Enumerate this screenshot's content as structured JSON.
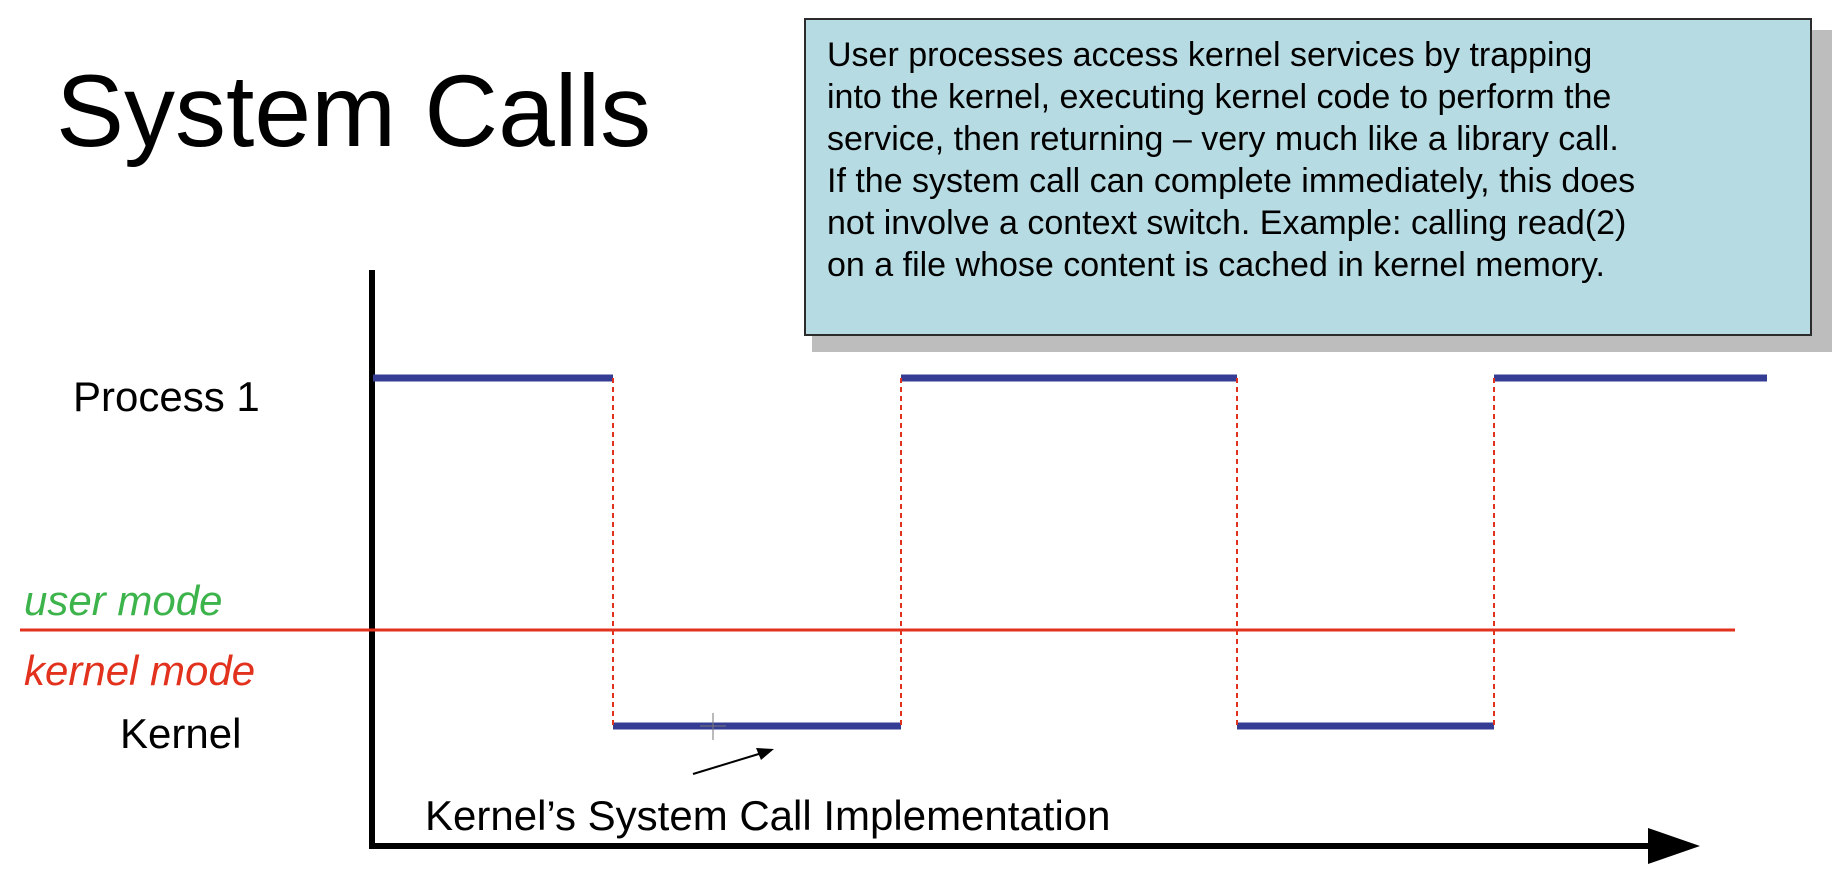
{
  "slide": {
    "title": "System Calls",
    "callout": {
      "lines": [
        "User processes access kernel services by trapping",
        "into the kernel, executing kernel code to perform the",
        "service, then returning – very much like a library call.",
        "If the system call can complete immediately, this does",
        "not involve a context switch. Example: calling read(2)",
        "on a file whose content is cached in kernel memory."
      ]
    },
    "labels": {
      "process": "Process 1",
      "kernel": "Kernel",
      "user_mode": "user mode",
      "kernel_mode": "kernel mode",
      "annotation": "Kernel’s System Call Implementation"
    }
  },
  "colors": {
    "segment": "#343c94",
    "mode_line": "#e2311d",
    "transition": "#e2311d",
    "user_mode_text": "#3cb44b",
    "kernel_mode_text": "#e2311d",
    "callout_fill": "#b7dbe2"
  }
}
